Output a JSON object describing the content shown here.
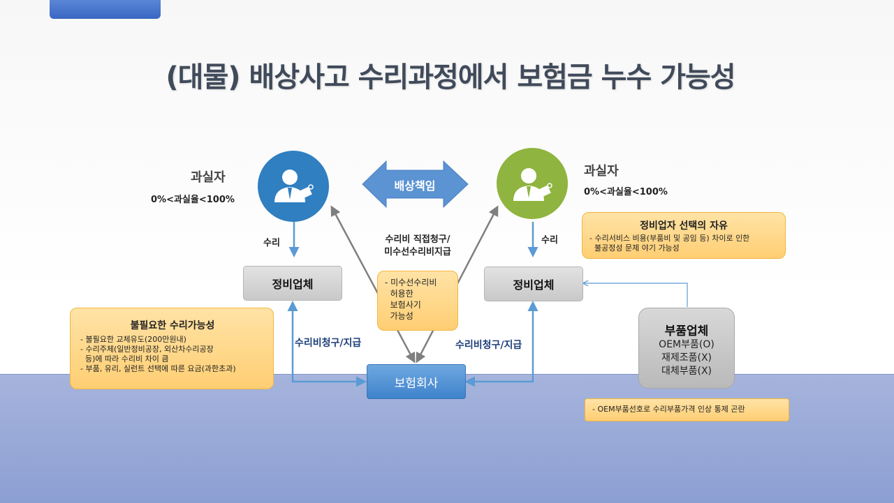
{
  "title": "(대물) 배상사고  수리과정에서 보험금 누수 가능성",
  "left_party": {
    "label": "과실자",
    "ratio": "0%<과실율<100%"
  },
  "right_party": {
    "label": "과실자",
    "ratio": "0%<과실율<100%"
  },
  "liability_arrow": "배상책임",
  "repair_left": "수리",
  "repair_right": "수리",
  "center_claim": {
    "line1": "수리비 직접청구/",
    "line2": "미수선수리비지급"
  },
  "center_note": {
    "line1": "- 미수선수리비",
    "line2": "  허용한",
    "line3": "  보험사기",
    "line4": "  가능성"
  },
  "shop_left": "정비업체",
  "shop_right": "정비업체",
  "claim_left": "수리비청구/지급",
  "claim_right": "수리비청구/지급",
  "insurer": "보험회사",
  "unnecessary_box": {
    "title": "불필요한 수리가능성",
    "lines": [
      "- 불필요한 교체유도(200만원내)",
      "- 수리주체(일반정비공장, 외산차수리공장",
      "  등)에 따라 수리비 차이 큼",
      "- 부품, 유리, 실런트 선택에 따른 요금(과한초과)"
    ]
  },
  "choice_box": {
    "title": "정비업자 선택의 자유",
    "lines": [
      "- 수리서비스 비용(부품비 및 공임 등) 차이로 인한",
      "  불공정성 문제 야기 가능성"
    ]
  },
  "parts_box": {
    "title": "부품업체",
    "lines": [
      "OEM부품(O)",
      "재제조품(X)",
      "대체부품(X)"
    ]
  },
  "oem_note": "- OEM부품선호로 수리부품가격 인상 통제 곤란",
  "colors": {
    "left_avatar": "#2f7fc1",
    "right_avatar": "#8fb43f",
    "arrow_blue": "#5b9bd5",
    "double_arrow": "#5b93d3"
  },
  "icons": {
    "person": "businessman-icon"
  }
}
